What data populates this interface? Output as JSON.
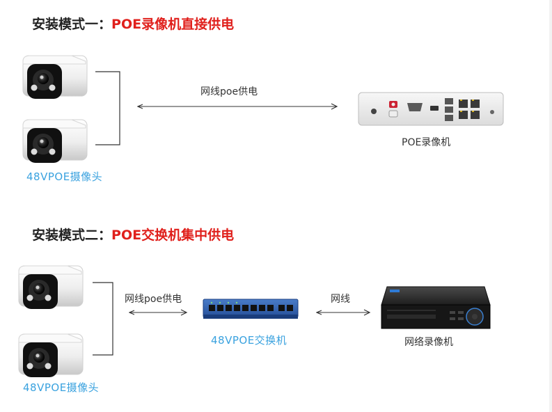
{
  "mode1": {
    "heading_prefix": "安装模式一：",
    "heading_highlight": "POE录像机直接供电",
    "link_label": "网线poe供电",
    "device_label": "POE录像机",
    "camera_label": "48VPOE摄像头"
  },
  "mode2": {
    "heading_prefix": "安装模式二：",
    "heading_highlight": "POE交换机集中供电",
    "link1_label": "网线poe供电",
    "link2_label": "网线",
    "switch_label": "48VPOE交换机",
    "device_label": "网络录像机",
    "camera_label": "48VPOE摄像头"
  },
  "colors": {
    "highlight": "#e0201c",
    "camera_label": "#3aa2df",
    "switch_body": "#2c5aa8"
  }
}
